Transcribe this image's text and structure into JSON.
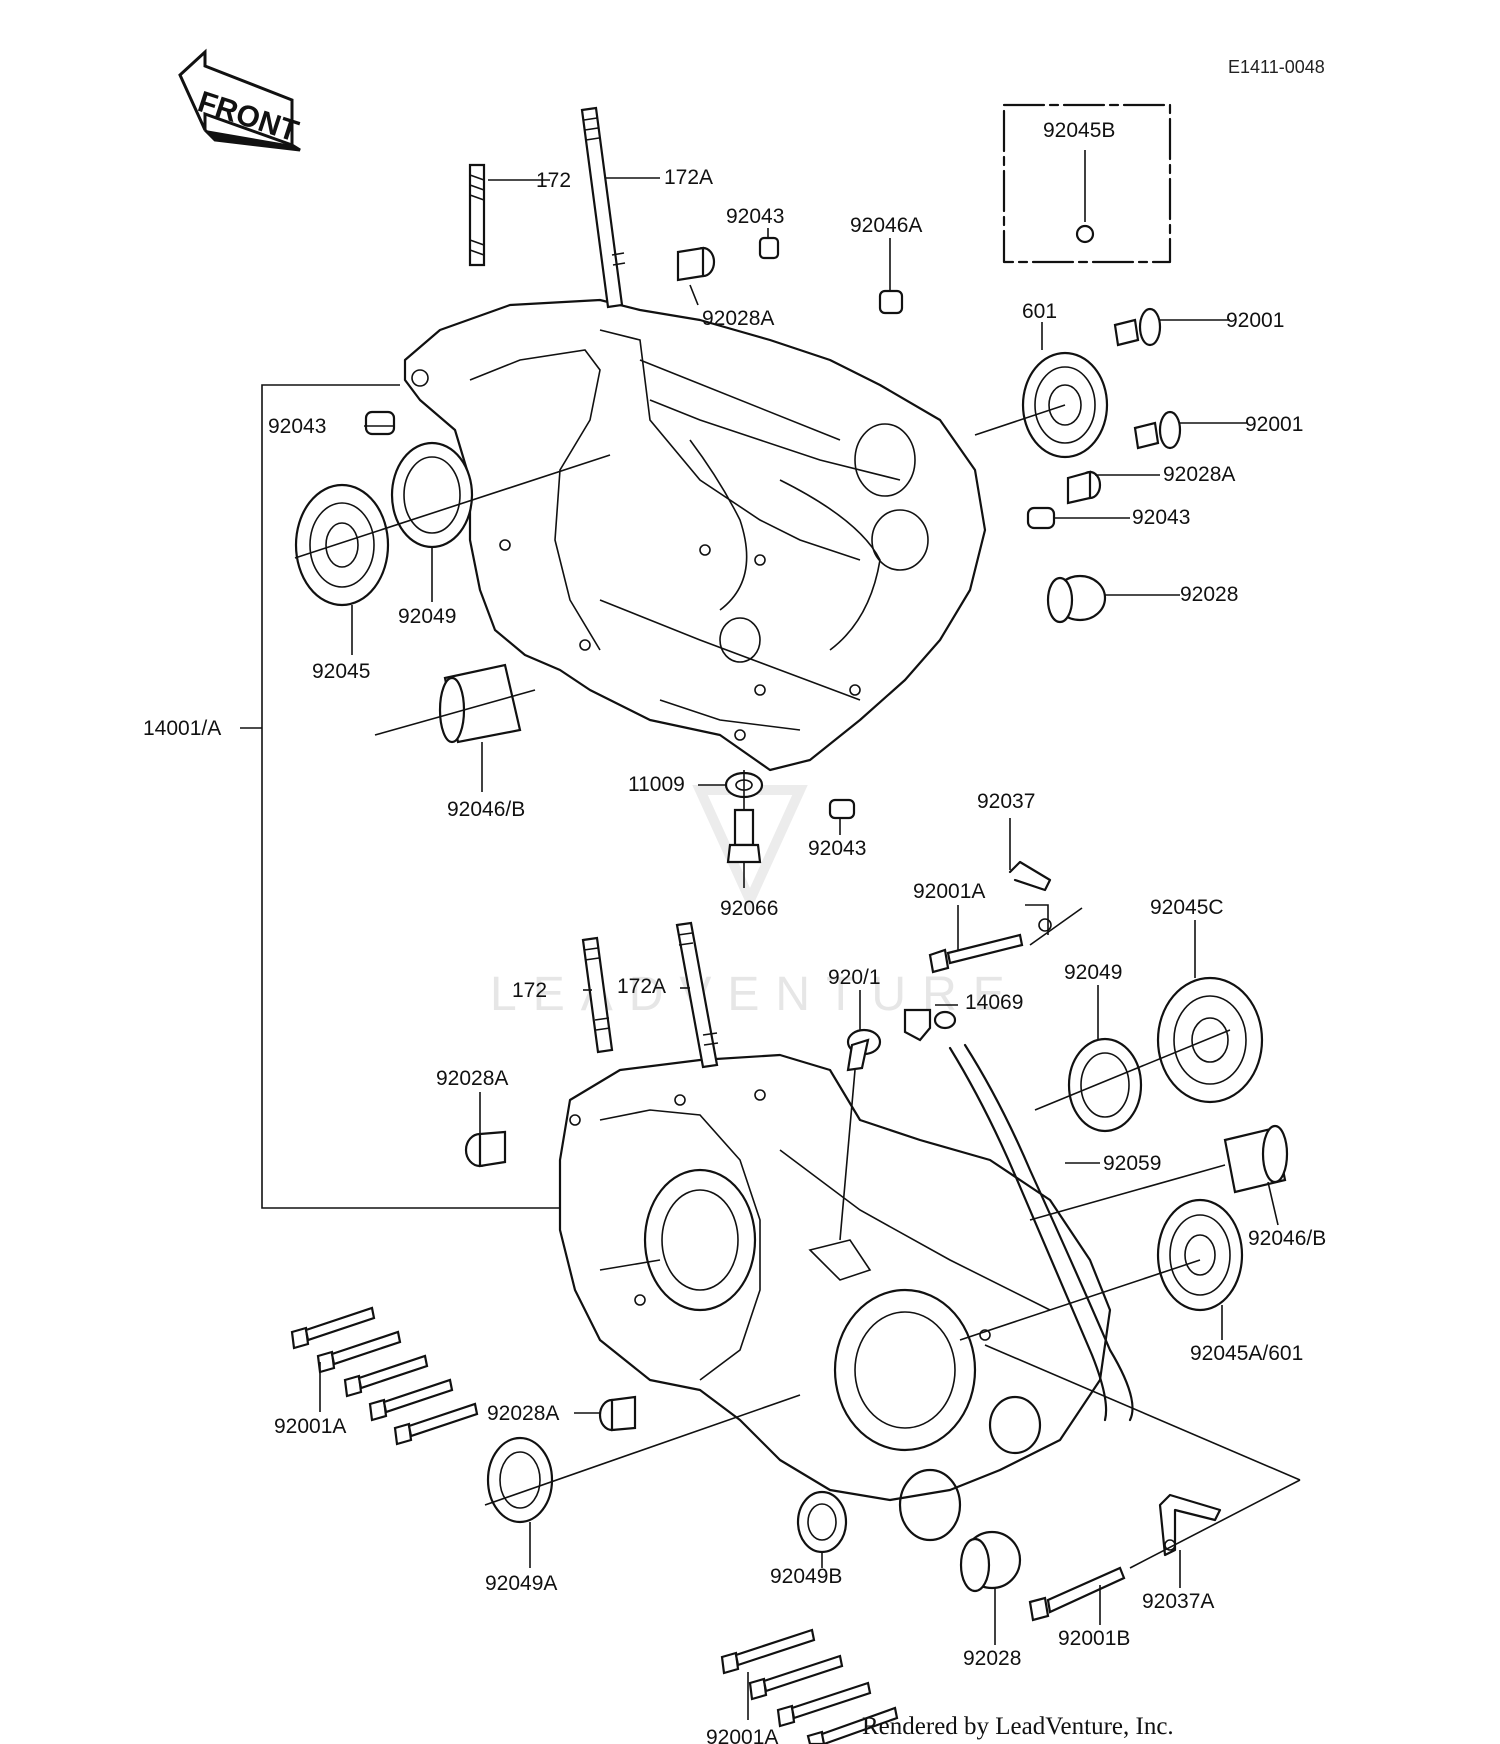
{
  "diagram_code": "E1411-0048",
  "front_label": "FRONT",
  "watermark": "LEADVENTURE",
  "credit": "Rendered by LeadVenture, Inc.",
  "labels": [
    {
      "id": "172-top",
      "text": "172"
    },
    {
      "id": "172a-top",
      "text": "172A"
    },
    {
      "id": "92043-top",
      "text": "92043"
    },
    {
      "id": "92046a",
      "text": "92046A"
    },
    {
      "id": "92045b",
      "text": "92045B"
    },
    {
      "id": "92028a-top",
      "text": "92028A"
    },
    {
      "id": "601",
      "text": "601"
    },
    {
      "id": "92001-a",
      "text": "92001"
    },
    {
      "id": "92001-b",
      "text": "92001"
    },
    {
      "id": "92028a-right",
      "text": "92028A"
    },
    {
      "id": "92043-right",
      "text": "92043"
    },
    {
      "id": "92028-right",
      "text": "92028"
    },
    {
      "id": "92043-left",
      "text": "92043"
    },
    {
      "id": "92049-top",
      "text": "92049"
    },
    {
      "id": "92045",
      "text": "92045"
    },
    {
      "id": "14001a",
      "text": "14001/A"
    },
    {
      "id": "92046b-top",
      "text": "92046/B"
    },
    {
      "id": "11009",
      "text": "11009"
    },
    {
      "id": "92043-bottom",
      "text": "92043"
    },
    {
      "id": "92066",
      "text": "92066"
    },
    {
      "id": "92037",
      "text": "92037"
    },
    {
      "id": "92001a-mid",
      "text": "92001A"
    },
    {
      "id": "92045c",
      "text": "92045C"
    },
    {
      "id": "172-bottom",
      "text": "172"
    },
    {
      "id": "172a-bottom",
      "text": "172A"
    },
    {
      "id": "92071",
      "text": "920/1"
    },
    {
      "id": "14069",
      "text": "14069"
    },
    {
      "id": "92049-right",
      "text": "92049"
    },
    {
      "id": "92028a-left",
      "text": "92028A"
    },
    {
      "id": "92059",
      "text": "92059"
    },
    {
      "id": "92046b-right",
      "text": "92046/B"
    },
    {
      "id": "92045a601",
      "text": "92045A/601"
    },
    {
      "id": "92001a-left",
      "text": "92001A"
    },
    {
      "id": "92028a-low",
      "text": "92028A"
    },
    {
      "id": "92049a",
      "text": "92049A"
    },
    {
      "id": "92049b",
      "text": "92049B"
    },
    {
      "id": "92037a",
      "text": "92037A"
    },
    {
      "id": "92028-bottom",
      "text": "92028"
    },
    {
      "id": "92001b",
      "text": "92001B"
    },
    {
      "id": "92001a-bottom",
      "text": "92001A"
    }
  ]
}
